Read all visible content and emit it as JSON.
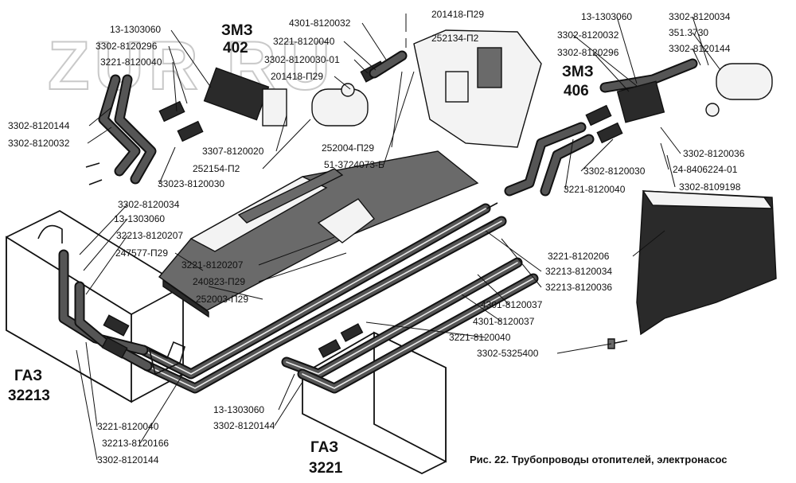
{
  "watermark": "ZUR    RU",
  "engines": {
    "zmz402": [
      "ЗМЗ",
      "402"
    ],
    "zmz406": [
      "ЗМЗ",
      "406"
    ]
  },
  "vehicles": {
    "gaz32213": [
      "ГАЗ",
      "32213"
    ],
    "gaz3221": [
      "ГАЗ",
      "3221"
    ]
  },
  "caption": "Рис. 22. Трубопроводы отопителей, электронасос",
  "labels": [
    "13-1303060",
    "3302-8120296",
    "3221-8120040",
    "4301-8120032",
    "3221-8120040",
    "3302-8120030-01",
    "201418-П29",
    "201418-П29",
    "252134-П2",
    "13-1303060",
    "3302-8120032",
    "3302-8120296",
    "3302-8120034",
    "351.3730",
    "3302-8120144",
    "3302-8120144",
    "3302-8120032",
    "3307-8120020",
    "252154-П2",
    "252004-П29",
    "51-3724073-Б",
    "33023-8120030",
    "3302-8120036",
    "3302-8120030",
    "24-8406224-01",
    "3221-8120040",
    "3302-8109198",
    "3302-8120034",
    "13-1303060",
    "32213-8120207",
    "247577-П29",
    "3221-8120207",
    "240823-П29",
    "252003-П29",
    "32213-8120034",
    "32213-8120036",
    "3221-8120206",
    "4301-8120037",
    "4301-8120037",
    "3221-8120040",
    "3302-5325400",
    "13-1303060",
    "3302-8120144",
    "3221-8120040",
    "32213-8120166",
    "3302-8120144"
  ]
}
